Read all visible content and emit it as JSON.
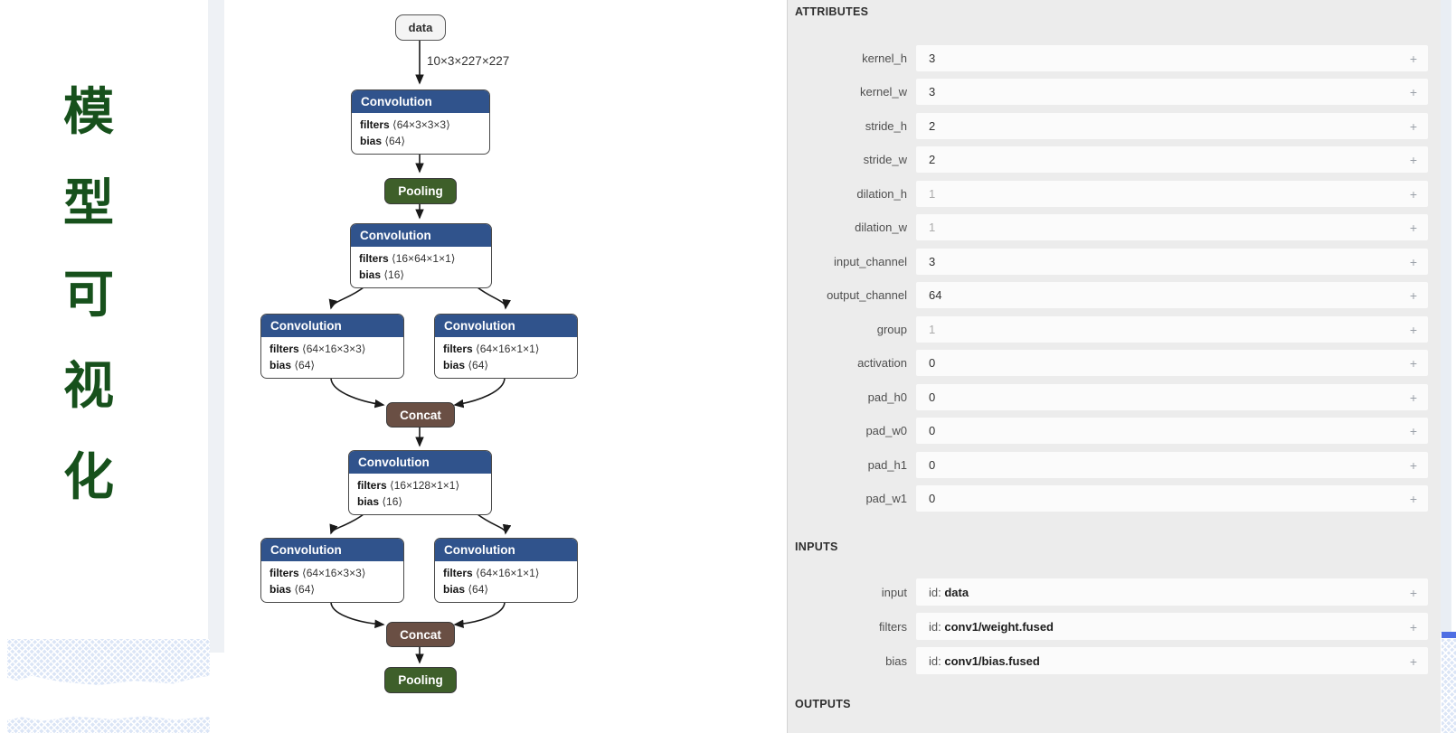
{
  "slide": {
    "vertical_title": {
      "text": "模型可视化",
      "chars": [
        "模",
        "型",
        "可",
        "视",
        "化"
      ],
      "color": "#17511c"
    }
  },
  "graph": {
    "input_node_label": "data",
    "edge_label": "10×3×227×227",
    "labels": {
      "filters": "filters",
      "bias": "bias"
    },
    "colors": {
      "convolution_header": "#30538c",
      "pooling": "#3e5f2a",
      "concat": "#6a4f44",
      "io_fill": "#f4f4f4"
    },
    "nodes": [
      {
        "type": "convolution",
        "title": "Convolution",
        "filters": "⟨64×3×3×3⟩",
        "bias": "⟨64⟩"
      },
      {
        "type": "pooling",
        "title": "Pooling"
      },
      {
        "type": "convolution",
        "title": "Convolution",
        "filters": "⟨16×64×1×1⟩",
        "bias": "⟨16⟩"
      },
      {
        "type": "convolution",
        "title": "Convolution",
        "filters": "⟨64×16×3×3⟩",
        "bias": "⟨64⟩"
      },
      {
        "type": "convolution",
        "title": "Convolution",
        "filters": "⟨64×16×1×1⟩",
        "bias": "⟨64⟩"
      },
      {
        "type": "concat",
        "title": "Concat"
      },
      {
        "type": "convolution",
        "title": "Convolution",
        "filters": "⟨16×128×1×1⟩",
        "bias": "⟨16⟩"
      },
      {
        "type": "convolution",
        "title": "Convolution",
        "filters": "⟨64×16×3×3⟩",
        "bias": "⟨64⟩"
      },
      {
        "type": "convolution",
        "title": "Convolution",
        "filters": "⟨64×16×1×1⟩",
        "bias": "⟨64⟩"
      },
      {
        "type": "concat",
        "title": "Concat"
      },
      {
        "type": "pooling",
        "title": "Pooling"
      }
    ]
  },
  "panel": {
    "expander": "+",
    "attributes": {
      "title": "ATTRIBUTES",
      "rows": [
        {
          "label": "kernel_h",
          "value": "3"
        },
        {
          "label": "kernel_w",
          "value": "3"
        },
        {
          "label": "stride_h",
          "value": "2"
        },
        {
          "label": "stride_w",
          "value": "2"
        },
        {
          "label": "dilation_h",
          "value": "1",
          "muted": true
        },
        {
          "label": "dilation_w",
          "value": "1",
          "muted": true
        },
        {
          "label": "input_channel",
          "value": "3"
        },
        {
          "label": "output_channel",
          "value": "64"
        },
        {
          "label": "group",
          "value": "1",
          "muted": true
        },
        {
          "label": "activation",
          "value": "0"
        },
        {
          "label": "pad_h0",
          "value": "0"
        },
        {
          "label": "pad_w0",
          "value": "0"
        },
        {
          "label": "pad_h1",
          "value": "0"
        },
        {
          "label": "pad_w1",
          "value": "0"
        }
      ]
    },
    "inputs": {
      "title": "INPUTS",
      "id_prefix": "id:",
      "rows": [
        {
          "label": "input",
          "value": "data"
        },
        {
          "label": "filters",
          "value": "conv1/weight.fused"
        },
        {
          "label": "bias",
          "value": "conv1/bias.fused"
        }
      ]
    },
    "outputs": {
      "title": "OUTPUTS"
    }
  }
}
